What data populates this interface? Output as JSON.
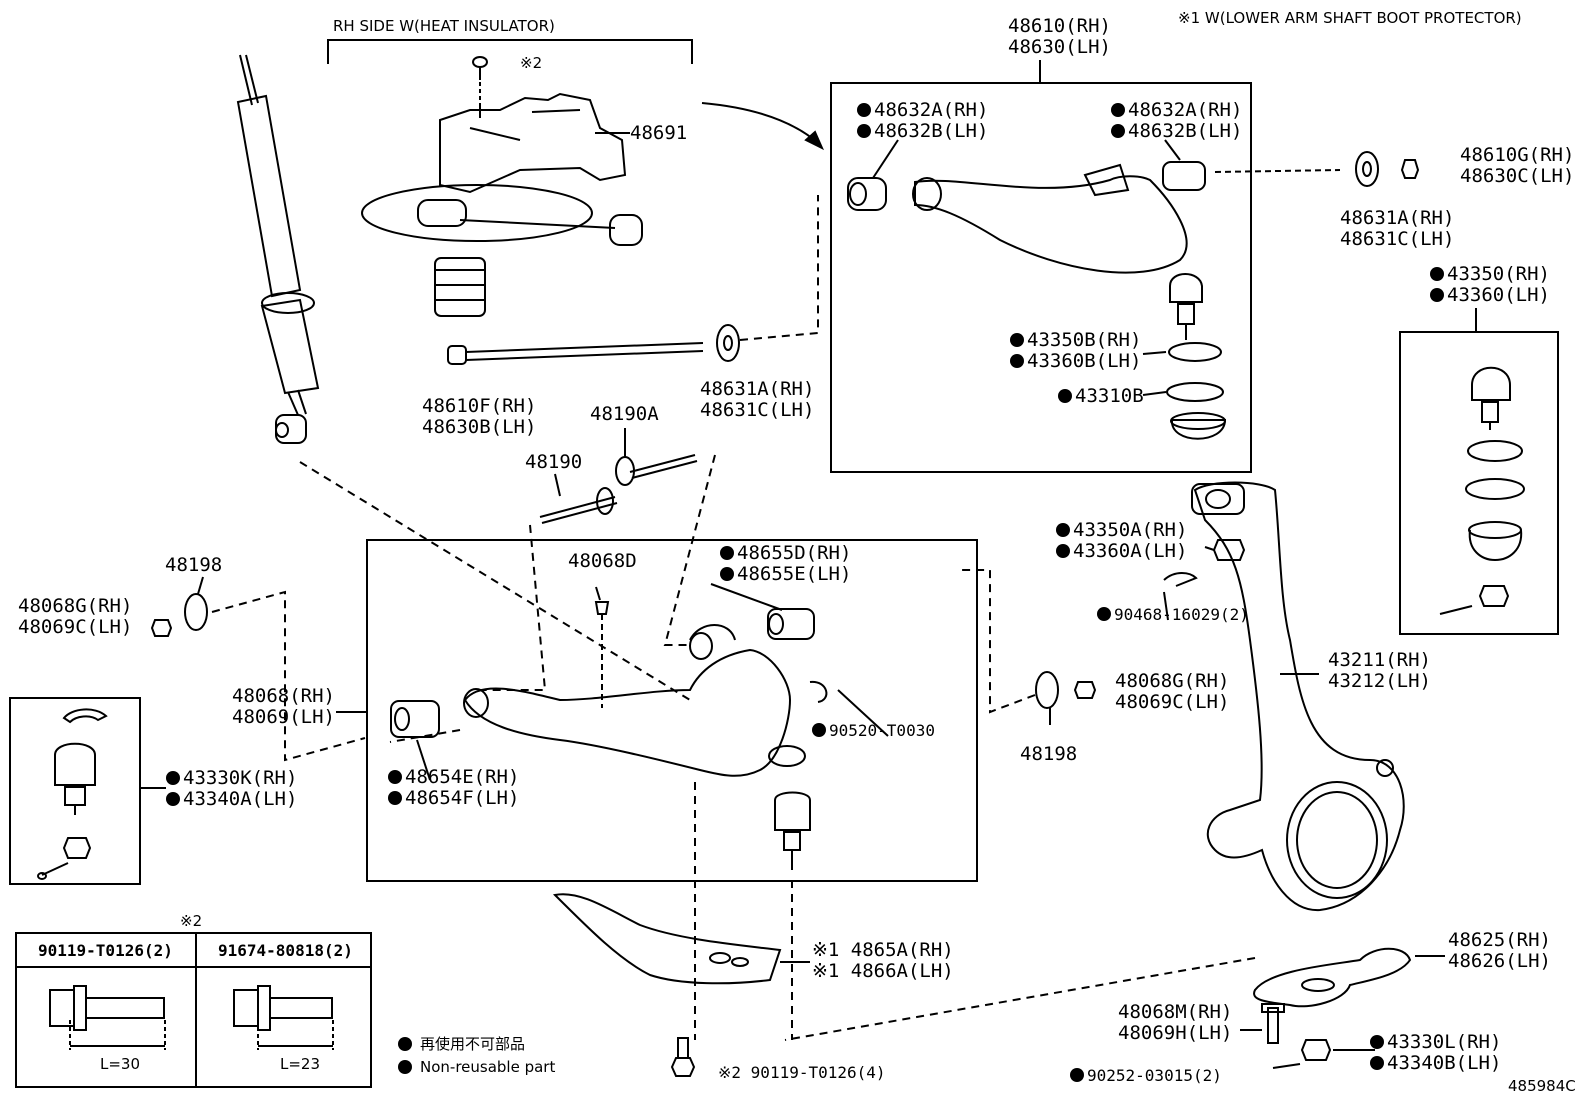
{
  "header": {
    "rh_side_note": "RH SIDE W(HEAT INSULATOR)",
    "note_1": "※1 W(LOWER ARM SHAFT BOOT PROTECTOR)",
    "diagram_id": "485984C"
  },
  "labels": {
    "p48610_rh": "48610(RH)",
    "p48630_lh": "48630(LH)",
    "p48691": "48691",
    "p48632a_rh_left": "48632A(RH)",
    "p48632b_lh_left": "48632B(LH)",
    "p48632a_rh_right": "48632A(RH)",
    "p48632b_lh_right": "48632B(LH)",
    "p48610g_rh": "48610G(RH)",
    "p48630c_lh": "48630C(LH)",
    "p48631a_rh_right": "48631A(RH)",
    "p48631c_lh_right": "48631C(LH)",
    "p43350_rh": "43350(RH)",
    "p43360_lh": "43360(LH)",
    "p43350b_rh": "43350B(RH)",
    "p43360b_lh": "43360B(LH)",
    "p43310b": "43310B",
    "p48610f_rh": "48610F(RH)",
    "p48630b_lh": "48630B(LH)",
    "p48631a_rh_mid": "48631A(RH)",
    "p48631c_lh_mid": "48631C(LH)",
    "p48190a": "48190A",
    "p48190": "48190",
    "p48198_left": "48198",
    "p48068g_rh_left": "48068G(RH)",
    "p48069c_lh_left": "48069C(LH)",
    "p48068d": "48068D",
    "p48655d_rh": "48655D(RH)",
    "p48655e_lh": "48655E(LH)",
    "p43350a_rh": "43350A(RH)",
    "p43360a_lh": "43360A(LH)",
    "p90468": "90468-16029(2)",
    "p48068_rh": "48068(RH)",
    "p48069_lh": "48069(LH)",
    "p90520": "90520-T0030",
    "p48068g_rh_right": "48068G(RH)",
    "p48069c_lh_right": "48069C(LH)",
    "p48198_right": "48198",
    "p43211_rh": "43211(RH)",
    "p43212_lh": "43212(LH)",
    "p43330k_rh": "43330K(RH)",
    "p43340a_lh": "43340A(LH)",
    "p48654e_rh": "48654E(RH)",
    "p48654f_lh": "48654F(LH)",
    "p4865a_rh": "※1 4865A(RH)",
    "p4866a_lh": "※1 4866A(LH)",
    "p48625_rh": "48625(RH)",
    "p48626_lh": "48626(LH)",
    "p48068m_rh": "48068M(RH)",
    "p48069h_lh": "48069H(LH)",
    "p43330l_rh": "43330L(RH)",
    "p43340b_lh": "43340B(LH)",
    "p90252": "90252-03015(2)",
    "p90119_bottom": "※2 90119-T0126(4)",
    "mark_2_top": "※2",
    "mark_2_table": "※2"
  },
  "bolt_table": {
    "col1_part": "90119-T0126(2)",
    "col2_part": "91674-80818(2)",
    "col1_length": "L=30",
    "col2_length": "L=23"
  },
  "legend": {
    "japanese": "再使用不可部品",
    "english": "Non-reusable part"
  }
}
